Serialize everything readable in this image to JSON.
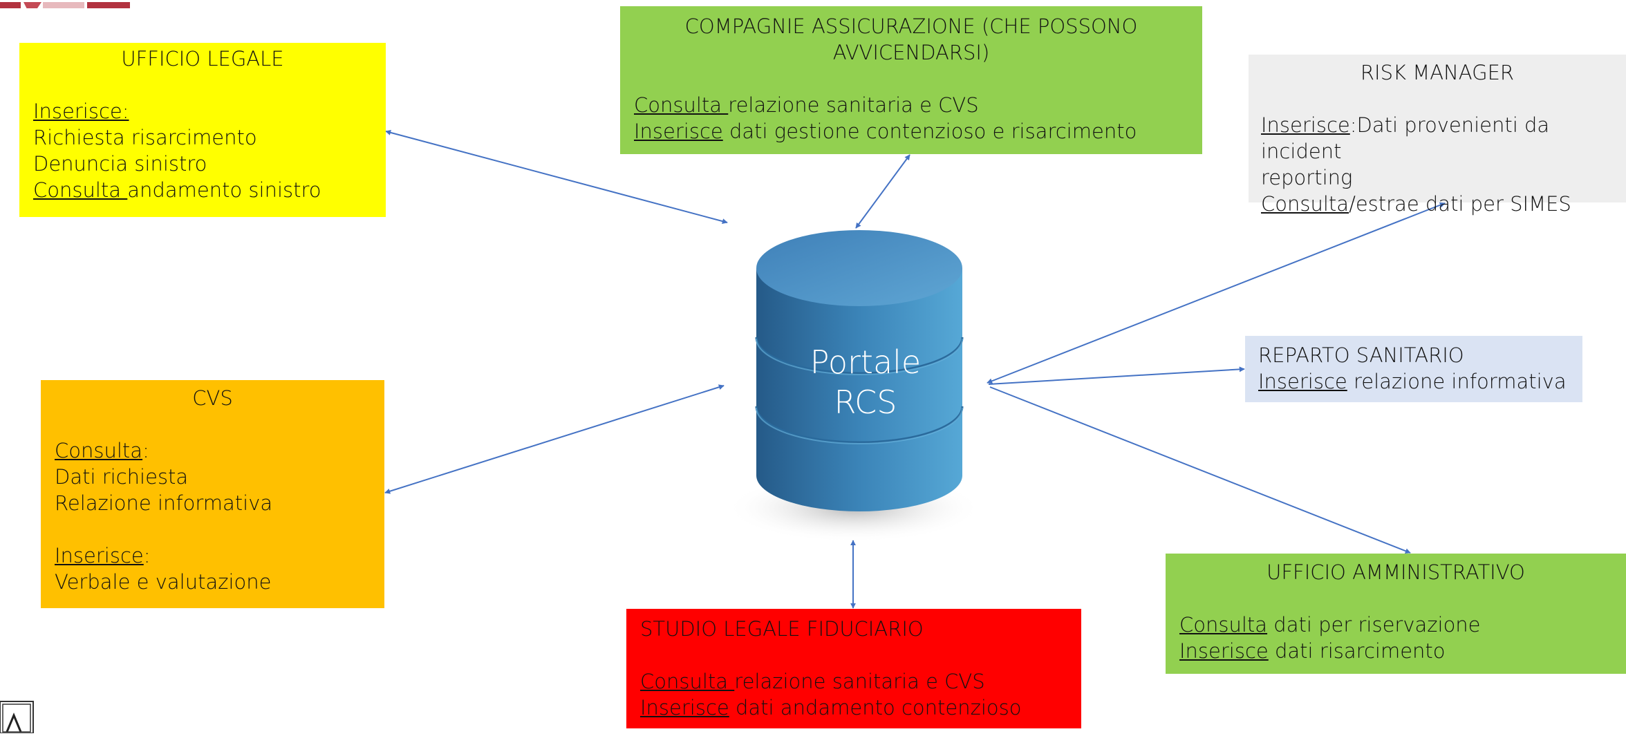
{
  "hub": {
    "line1": "Portale",
    "line2": "RCS"
  },
  "ufficio_legale": {
    "title": "UFFICIO LEGALE",
    "inserisce": "Inserisce:",
    "items": [
      "Richiesta risarcimento",
      "Denuncia sinistro"
    ],
    "consulta": "Consulta ",
    "consulta_text": "andamento sinistro"
  },
  "compagnie": {
    "title_line1": "COMPAGNIE ASSICURAZIONE (CHE POSSONO",
    "title_line2": "AVVICENDARSI)",
    "consulta": "Consulta ",
    "consulta_text": "relazione sanitaria e CVS",
    "inserisce": "Inserisce",
    "inserisce_text": " dati gestione contenzioso e risarcimento"
  },
  "risk_manager": {
    "title": "RISK MANAGER",
    "inserisce": "Inserisce",
    "inserisce_text": ":Dati provenienti da incident",
    "inserisce_text2": "reporting",
    "consulta": "Consulta",
    "consulta_text": "/estrae dati per SIMES"
  },
  "cvs": {
    "title": "CVS",
    "consulta": "Consulta",
    "consulta_suffix": ":",
    "items": [
      "Dati richiesta",
      "Relazione informativa"
    ],
    "inserisce": "Inserisce",
    "inserisce_suffix": ":",
    "inserisce_item": "Verbale e valutazione"
  },
  "reparto": {
    "title": "REPARTO SANITARIO",
    "inserisce": "Inserisce",
    "inserisce_text": " relazione informativa"
  },
  "studio": {
    "title": "STUDIO LEGALE FIDUCIARIO",
    "consulta": "Consulta ",
    "consulta_text": "relazione sanitaria e CVS",
    "inserisce": "Inserisce",
    "inserisce_text": " dati andamento contenzioso"
  },
  "amministrativo": {
    "title": "UFFICIO AMMINISTRATIVO",
    "consulta": "Consulta",
    "consulta_text": " dati per riservazione",
    "inserisce": "Inserisce",
    "inserisce_text": " dati risarcimento"
  },
  "colors": {
    "arrow": "#4472c4",
    "cylinder": "#3d88bd",
    "yellow": "#ffff00",
    "green": "#92d050",
    "orange": "#ffc000",
    "red": "#ff0000",
    "light_blue": "#dae3f3",
    "light_gray": "#eeeeee"
  }
}
